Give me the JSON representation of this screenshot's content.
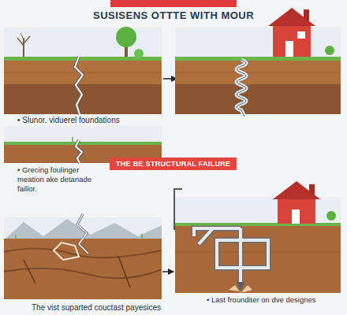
{
  "diagram": {
    "title": "SUSISENS OTTTE WITH MOUR",
    "nodes": [
      {
        "text": [
          "THE BE STRUCTURAL FAILURE"
        ]
      }
    ],
    "labels": [
      "• Slunor. viduerel foundations",
      "• Grecing foulinger meation ake detanade failior.",
      "• Last frounditer on dve designes",
      "The vist suparted couctast payesices"
    ]
  }
}
